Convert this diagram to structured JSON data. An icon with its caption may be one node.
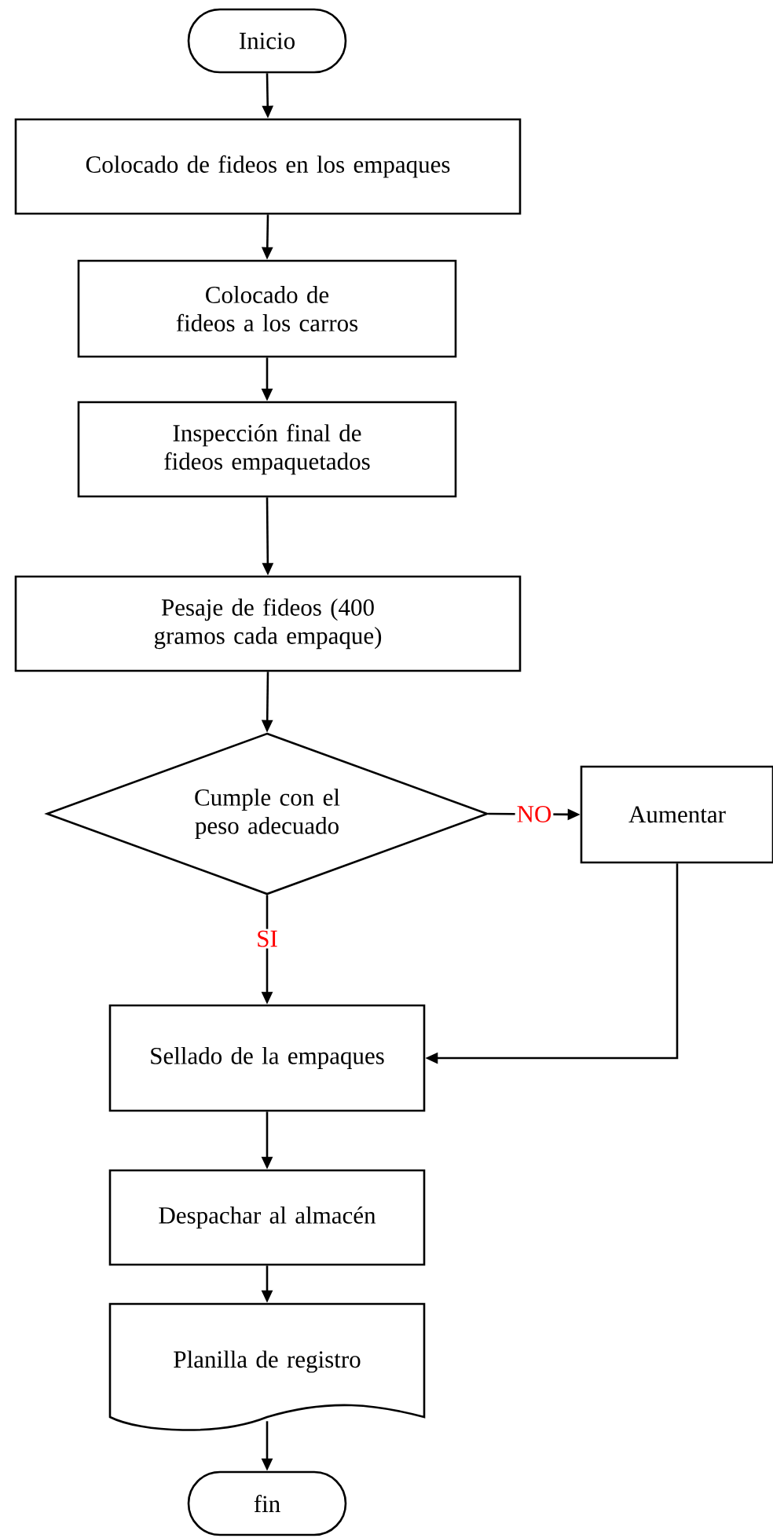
{
  "diagram": {
    "nodes": [
      {
        "text": [
          "Inicio"
        ]
      },
      {
        "text": [
          "Colocado de fideos en los empaques"
        ]
      },
      {
        "text": [
          "Colocado de fideos a los carros"
        ]
      },
      {
        "text": [
          "Inspección final de fideos empaquetados"
        ]
      },
      {
        "text": [
          "Pesaje de fideos (400 gramos cada empaque)"
        ]
      },
      {
        "text": [
          "Cumple con el peso adecuado"
        ]
      },
      {
        "text": [
          "Aumentar"
        ]
      },
      {
        "text": [
          "Sellado de la empaques"
        ]
      },
      {
        "text": [
          "Despachar al almacén"
        ]
      },
      {
        "text": [
          "Planilla de registro"
        ]
      },
      {
        "text": [
          "fin"
        ]
      }
    ],
    "edges": [
      {
        "from": 0,
        "to": 1,
        "arrow": "to"
      },
      {
        "from": 1,
        "to": 2,
        "arrow": "to"
      },
      {
        "from": 2,
        "to": 3,
        "arrow": "to"
      },
      {
        "from": 3,
        "to": 4,
        "arrow": "to"
      },
      {
        "from": 4,
        "to": 5,
        "arrow": "to"
      },
      {
        "from": 5,
        "to": 6,
        "arrow": "to",
        "label": "NO"
      },
      {
        "from": 5,
        "to": 7,
        "arrow": "to",
        "label": "SI"
      },
      {
        "from": 6,
        "to": 7,
        "arrow": "to"
      },
      {
        "from": 7,
        "to": 8,
        "arrow": "to"
      },
      {
        "from": 8,
        "to": 9,
        "arrow": "to"
      },
      {
        "from": 9,
        "to": 10,
        "arrow": "to"
      }
    ]
  }
}
